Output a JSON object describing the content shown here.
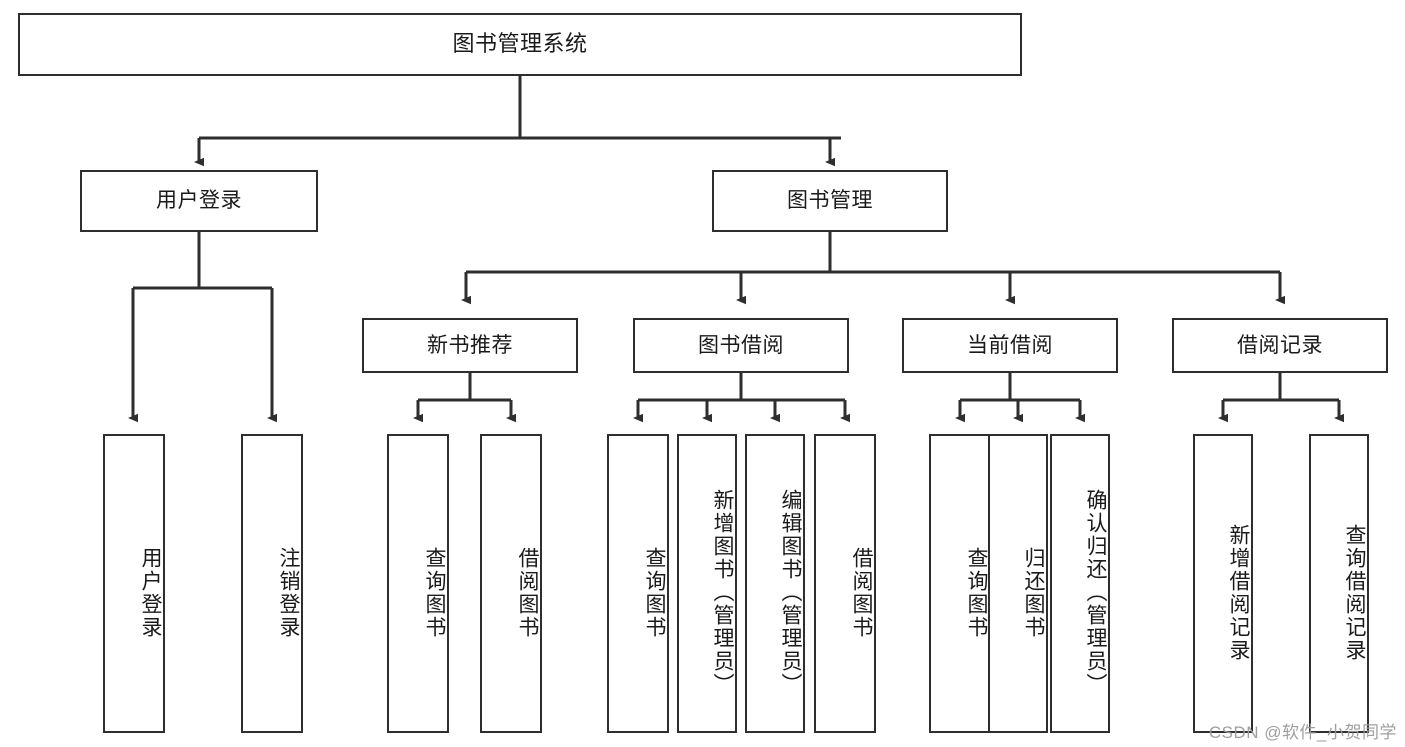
{
  "diagram": {
    "type": "tree",
    "title": "图书管理系统",
    "watermark": "CSDN @软件_小贺同学",
    "colors": {
      "box_border": "#2e2e2e",
      "box_fill": "#ffffff",
      "edge": "#2e2e2e",
      "text": "#1a1a1a",
      "watermark": "#9a9a9a"
    },
    "root": {
      "label": "图书管理系统",
      "orientation": "horizontal"
    },
    "level2": [
      {
        "label": "用户登录",
        "orientation": "horizontal"
      },
      {
        "label": "图书管理",
        "orientation": "horizontal"
      }
    ],
    "level3": [
      {
        "label": "新书推荐",
        "orientation": "horizontal",
        "parent": "图书管理"
      },
      {
        "label": "图书借阅",
        "orientation": "horizontal",
        "parent": "图书管理"
      },
      {
        "label": "当前借阅",
        "orientation": "horizontal",
        "parent": "图书管理"
      },
      {
        "label": "借阅记录",
        "orientation": "horizontal",
        "parent": "图书管理"
      }
    ],
    "leaves": [
      {
        "label": "用户登录",
        "orientation": "vertical",
        "parent": "用户登录"
      },
      {
        "label": "注销登录",
        "orientation": "vertical",
        "parent": "用户登录"
      },
      {
        "label": "查询图书",
        "orientation": "vertical",
        "parent": "新书推荐"
      },
      {
        "label": "借阅图书",
        "orientation": "vertical",
        "parent": "新书推荐"
      },
      {
        "label": "查询图书",
        "orientation": "vertical",
        "parent": "图书借阅"
      },
      {
        "label": "新增图书（管理员）",
        "orientation": "vertical",
        "parent": "图书借阅"
      },
      {
        "label": "编辑图书（管理员）",
        "orientation": "vertical",
        "parent": "图书借阅"
      },
      {
        "label": "借阅图书",
        "orientation": "vertical",
        "parent": "图书借阅"
      },
      {
        "label": "查询图书",
        "orientation": "vertical",
        "parent": "当前借阅"
      },
      {
        "label": "归还图书",
        "orientation": "vertical",
        "parent": "当前借阅"
      },
      {
        "label": "确认归还（管理员）",
        "orientation": "vertical",
        "parent": "当前借阅"
      },
      {
        "label": "新增借阅记录",
        "orientation": "vertical",
        "parent": "借阅记录"
      },
      {
        "label": "查询借阅记录",
        "orientation": "vertical",
        "parent": "借阅记录"
      }
    ]
  }
}
